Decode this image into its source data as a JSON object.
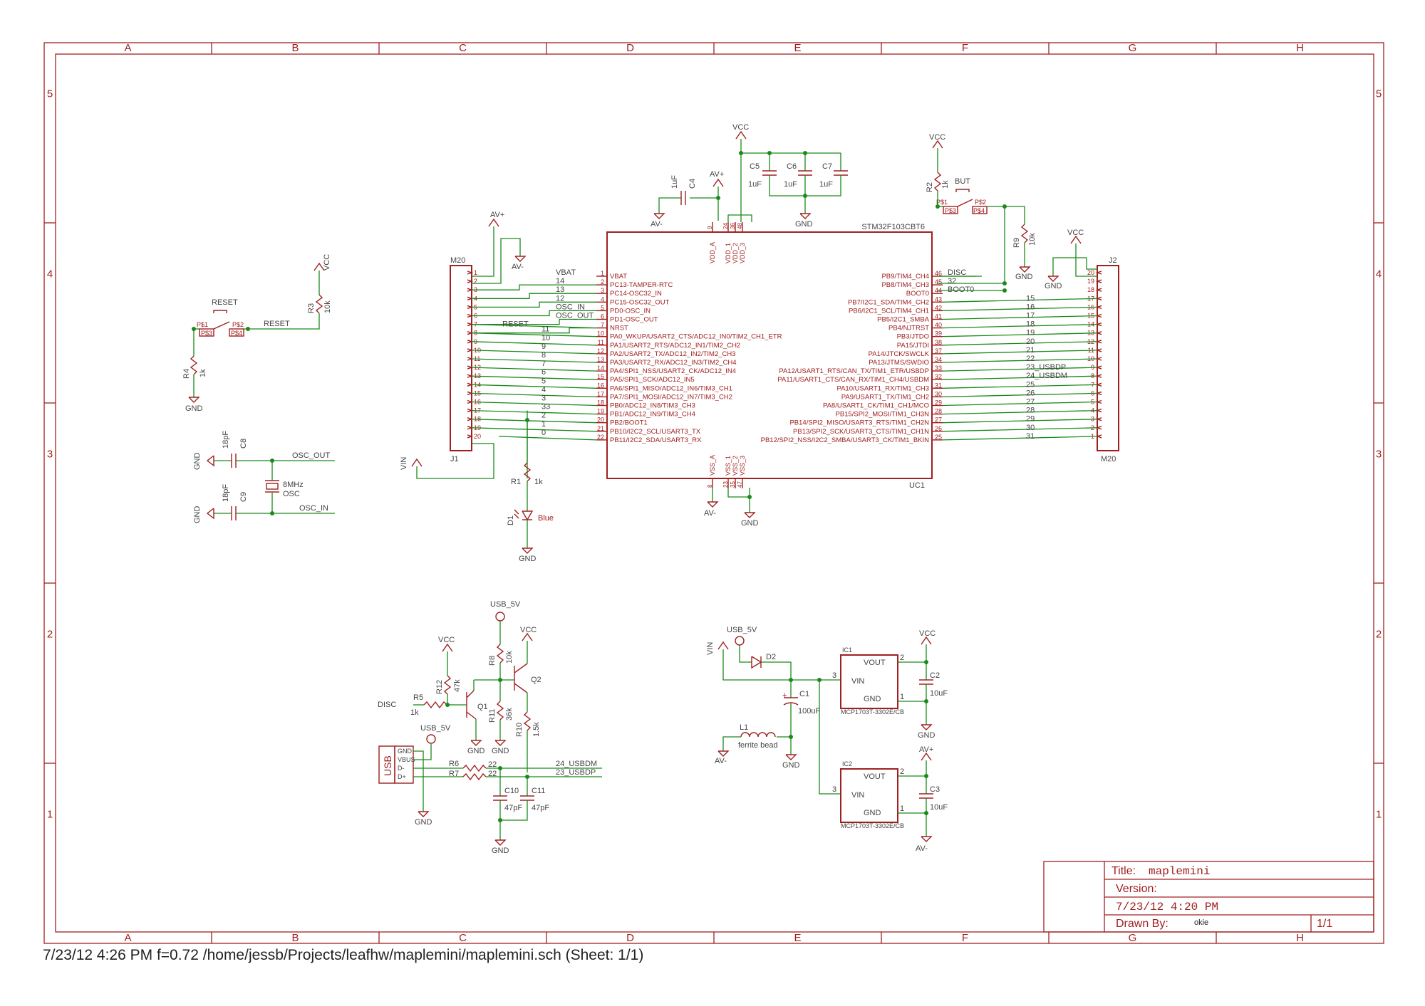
{
  "frame": {
    "columns": [
      "A",
      "B",
      "C",
      "D",
      "E",
      "F",
      "G",
      "H"
    ],
    "rows": [
      "5",
      "4",
      "3",
      "2",
      "1"
    ]
  },
  "title_block": {
    "title_label": "Title:",
    "title": "maplemini",
    "version_label": "Version:",
    "date": "7/23/12 4:20 PM",
    "drawn_by_label": "Drawn By:",
    "drawn_by": "okie",
    "sheet": "1/1"
  },
  "footer": {
    "text": "7/23/12 4:26 PM  f=0.72  /home/jessb/Projects/leafhw/maplemini/maplemini.sch (Sheet: 1/1)"
  },
  "mcu": {
    "name": "STM32F103CBT6",
    "ref": "UC1",
    "left_pins": [
      {
        "name": "VBAT",
        "num": "1"
      },
      {
        "name": "PC13-TAMPER-RTC",
        "num": "2"
      },
      {
        "name": "PC14-OSC32_IN",
        "num": "3"
      },
      {
        "name": "PC15-OSC32_OUT",
        "num": "4"
      },
      {
        "name": "PD0-OSC_IN",
        "num": "5"
      },
      {
        "name": "PD1-OSC_OUT",
        "num": "6"
      },
      {
        "name": "NRST",
        "num": "7"
      },
      {
        "name": "PA0_WKUP/USART2_CTS/ADC12_IN0/TIM2_CH1_ETR",
        "num": "10"
      },
      {
        "name": "PA1/USART2_RTS/ADC12_IN1/TIM2_CH2",
        "num": "11"
      },
      {
        "name": "PA2/USART2_TX/ADC12_IN2/TIM2_CH3",
        "num": "12"
      },
      {
        "name": "PA3/USART2_RX/ADC12_IN3/TIM2_CH4",
        "num": "13"
      },
      {
        "name": "PA4/SPI1_NSS/USART2_CK/ADC12_IN4",
        "num": "14"
      },
      {
        "name": "PA5/SPI1_SCK/ADC12_IN5",
        "num": "15"
      },
      {
        "name": "PA6/SPI1_MISO/ADC12_IN6/TIM3_CH1",
        "num": "16"
      },
      {
        "name": "PA7/SPI1_MOSI/ADC12_IN7/TIM3_CH2",
        "num": "17"
      },
      {
        "name": "PB0/ADC12_IN8/TIM3_CH3",
        "num": "18"
      },
      {
        "name": "PB1/ADC12_IN9/TIM3_CH4",
        "num": "19"
      },
      {
        "name": "PB2/BOOT1",
        "num": "20"
      },
      {
        "name": "PB10/I2C2_SCL/USART3_TX",
        "num": "21"
      },
      {
        "name": "PB11/I2C2_SDA/USART3_RX",
        "num": "22"
      }
    ],
    "right_pins": [
      {
        "name": "PB9/TIM4_CH4",
        "num": "46"
      },
      {
        "name": "PB8/TIM4_CH3",
        "num": "45"
      },
      {
        "name": "BOOT0",
        "num": "44"
      },
      {
        "name": "PB7/I2C1_SDA/TIM4_CH2",
        "num": "43"
      },
      {
        "name": "PB6/I2C1_SCL/TIM4_CH1",
        "num": "42"
      },
      {
        "name": "PB5/I2C1_SMBA",
        "num": "41"
      },
      {
        "name": "PB4/NJTRST",
        "num": "40"
      },
      {
        "name": "PB3/JTDO",
        "num": "39"
      },
      {
        "name": "PA15/JTDI",
        "num": "38"
      },
      {
        "name": "PA14/JTCK/SWCLK",
        "num": "37"
      },
      {
        "name": "PA13/JTMS/SWDIO",
        "num": "34"
      },
      {
        "name": "PA12/USART1_RTS/CAN_TX/TIM1_ETR/USBDP",
        "num": "33"
      },
      {
        "name": "PA11/USART1_CTS/CAN_RX/TIM1_CH4/USBDM",
        "num": "32"
      },
      {
        "name": "PA10/USART1_RX/TIM1_CH3",
        "num": "31"
      },
      {
        "name": "PA9/USART1_TX/TIM1_CH2",
        "num": "30"
      },
      {
        "name": "PA8/USART1_CK/TIM1_CH1/MCO",
        "num": "29"
      },
      {
        "name": "PB15/SPI2_MOSI/TIM1_CH3N",
        "num": "28"
      },
      {
        "name": "PB14/SPI2_MISO/USART3_RTS/TIM1_CH2N",
        "num": "27"
      },
      {
        "name": "PB13/SPI2_SCK/USART3_CTS/TIM1_CH1N",
        "num": "26"
      },
      {
        "name": "PB12/SPI2_NSS/I2C2_SMBA/USART3_CK/TIM1_BKIN",
        "num": "25"
      }
    ],
    "top_pins": [
      {
        "name": "VDD_A",
        "num": "9"
      },
      {
        "name": "VDD_1",
        "num": "24"
      },
      {
        "name": "VDD_2",
        "num": "36"
      },
      {
        "name": "VDD_3",
        "num": "48"
      }
    ],
    "bottom_pins": [
      {
        "name": "VSS_A",
        "num": "8"
      },
      {
        "name": "VSS_1",
        "num": "23"
      },
      {
        "name": "VSS_2",
        "num": "35"
      },
      {
        "name": "VSS_3",
        "num": "47"
      }
    ]
  },
  "j1": {
    "name": "M20",
    "ref": "J1",
    "pins": [
      "1",
      "2",
      "3",
      "4",
      "5",
      "6",
      "7",
      "8",
      "9",
      "10",
      "11",
      "12",
      "13",
      "14",
      "15",
      "16",
      "17",
      "18",
      "19",
      "20"
    ],
    "nets": [
      "",
      "",
      "",
      "",
      "",
      "",
      "",
      "11",
      "10",
      "9",
      "8",
      "7",
      "6",
      "5",
      "4",
      "3",
      "33",
      "2",
      "1",
      "0"
    ],
    "mcu_nets": [
      "VBAT",
      "14",
      "13",
      "12",
      "OSC_IN",
      "OSC_OUT",
      "RESET"
    ]
  },
  "j2": {
    "name": "M20",
    "ref": "J2",
    "pins": [
      "20",
      "19",
      "18",
      "17",
      "16",
      "15",
      "14",
      "13",
      "12",
      "11",
      "10",
      "9",
      "8",
      "7",
      "6",
      "5",
      "4",
      "3",
      "2",
      "1"
    ],
    "nets": [
      "DISC",
      "32",
      "BOOT0",
      "15",
      "16",
      "17",
      "18",
      "19",
      "20",
      "21",
      "22",
      "23_USBDP",
      "24_USBDM",
      "25",
      "26",
      "27",
      "28",
      "29",
      "30",
      "31"
    ]
  },
  "labels": {
    "vcc": "VCC",
    "avplus": "AV+",
    "avminus": "AV-",
    "gnd": "GND",
    "vin": "VIN",
    "usb5v": "USB_5V",
    "reset": "RESET",
    "but": "BUT",
    "ps1": "P$1",
    "ps2": "P$2",
    "ps3": "P$3",
    "ps4": "P$4",
    "osc_out": "OSC_OUT",
    "osc_in": "OSC_IN",
    "osc_ref": "OSC",
    "osc_val": "8MHz",
    "disc": "DISC",
    "usbdm": "24_USBDM",
    "usbdp": "23_USBDP",
    "usb_conn": "USB",
    "usb_pins": [
      "GND",
      "VBUS",
      "D-",
      "D+"
    ],
    "blue": "Blue",
    "ferrite": "ferrite bead",
    "ic_vout": "VOUT",
    "ic_vin": "VIN",
    "ic_gnd": "GND",
    "ic_part": "MCP1703T-3302E/CB",
    "ic1": "IC1",
    "ic2": "IC2",
    "pin1": "1",
    "pin2": "2",
    "pin3": "3"
  },
  "parts": {
    "C4": {
      "ref": "C4",
      "val": "1uF"
    },
    "C5": {
      "ref": "C5",
      "val": "1uF"
    },
    "C6": {
      "ref": "C6",
      "val": "1uF"
    },
    "C7": {
      "ref": "C7",
      "val": "1uF"
    },
    "C8": {
      "ref": "C8",
      "val": "18pF"
    },
    "C9": {
      "ref": "C9",
      "val": "18pF"
    },
    "C1": {
      "ref": "C1",
      "val": "100uF"
    },
    "C2": {
      "ref": "C2",
      "val": "10uF"
    },
    "C3": {
      "ref": "C3",
      "val": "10uF"
    },
    "C10": {
      "ref": "C10",
      "val": "47pF"
    },
    "C11": {
      "ref": "C11",
      "val": "47pF"
    },
    "R1": {
      "ref": "R1",
      "val": "1k"
    },
    "R2": {
      "ref": "R2",
      "val": "1k"
    },
    "R3": {
      "ref": "R3",
      "val": "10k"
    },
    "R4": {
      "ref": "R4",
      "val": "1k"
    },
    "R5": {
      "ref": "R5",
      "val": "1k"
    },
    "R6": {
      "ref": "R6",
      "val": "22"
    },
    "R7": {
      "ref": "R7",
      "val": "22"
    },
    "R8": {
      "ref": "R8",
      "val": "10k"
    },
    "R9": {
      "ref": "R9",
      "val": "10k"
    },
    "R10": {
      "ref": "R10",
      "val": "1.5k"
    },
    "R11": {
      "ref": "R11",
      "val": "36k"
    },
    "R12": {
      "ref": "R12",
      "val": "47k"
    },
    "Q1": {
      "ref": "Q1"
    },
    "Q2": {
      "ref": "Q2"
    },
    "D1": {
      "ref": "D1"
    },
    "D2": {
      "ref": "D2"
    },
    "L1": {
      "ref": "L1"
    }
  },
  "colors": {
    "part": "#a02020",
    "wire": "#1a8a1a",
    "text": "#444444"
  }
}
